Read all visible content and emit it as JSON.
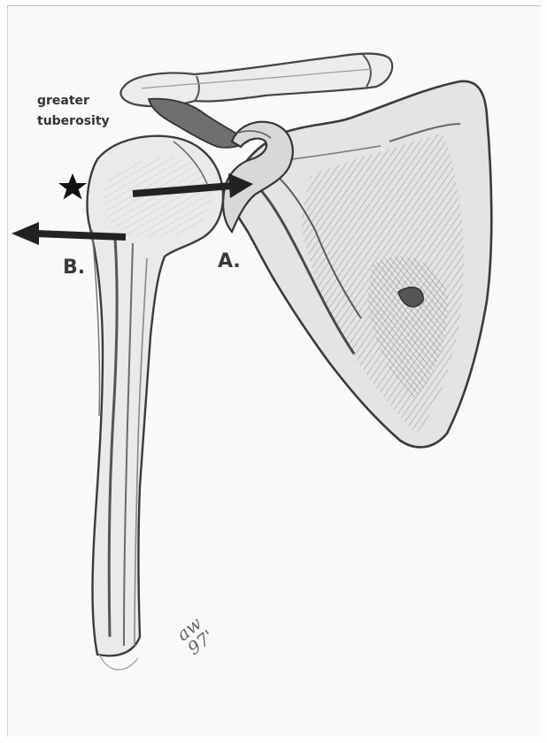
{
  "labels": {
    "greater_tuberosity": "greater tuberosity",
    "point_a": "A.",
    "point_b": "B."
  },
  "signature": {
    "line1": "aw",
    "line2": "97'"
  },
  "colors": {
    "pencil_dark": "#3d3d3d",
    "pencil_mid": "#7a7a7a",
    "pencil_light": "#b8b8b8",
    "arrow": "#222222"
  }
}
